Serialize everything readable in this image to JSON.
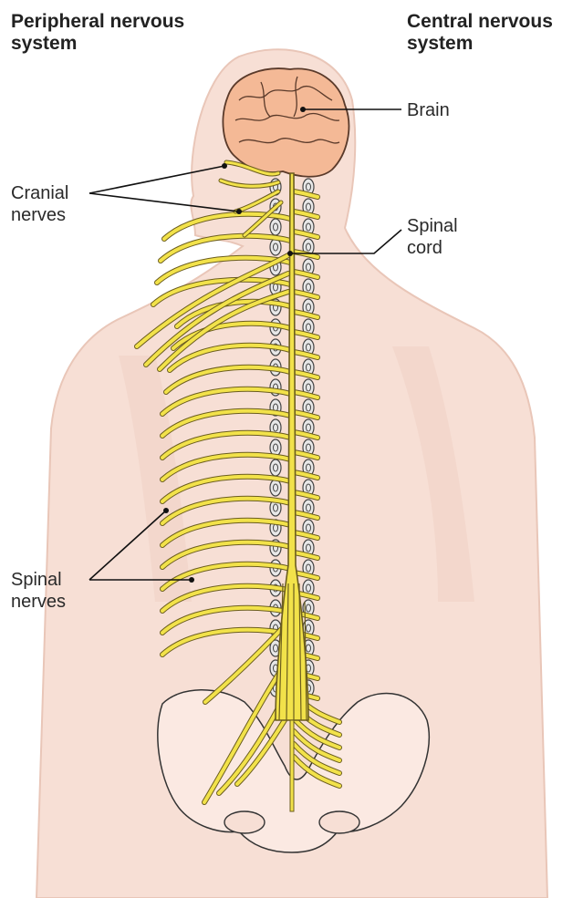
{
  "headings": {
    "peripheral": "Peripheral nervous\nsystem",
    "central": "Central nervous\nsystem"
  },
  "labels": {
    "brain": "Brain",
    "cranial_nerves": "Cranial\nnerves",
    "spinal_cord": "Spinal\ncord",
    "spinal_nerves": "Spinal\nnerves"
  },
  "colors": {
    "skin": "#f6ddd3",
    "skin_shadow": "#edc9bb",
    "brain": "#f4b996",
    "nerve": "#f2e24a",
    "nerve_outline": "#6b5d1e",
    "vertebra": "#e7e7e7",
    "text": "#222222"
  }
}
